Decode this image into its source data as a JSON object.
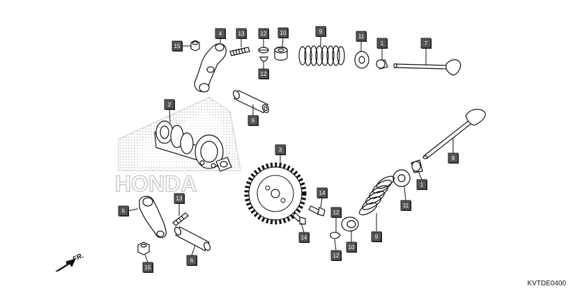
{
  "diagram_code": "KVTDE0400",
  "direction_label": "FR.",
  "watermark_text": "HONDA",
  "colors": {
    "line": "#111111",
    "callout_bg": "#555555",
    "callout_text": "#ffffff",
    "watermark": "#c8c8c8"
  },
  "callouts": {
    "c15a": "15",
    "c4": "4",
    "c13a": "13",
    "c12a": "12",
    "c12b": "12",
    "c10a": "10",
    "c9a": "9",
    "c11a": "11",
    "c1a": "1",
    "c7": "7",
    "c2": "2",
    "c6a": "6",
    "c3": "3",
    "c8": "8",
    "c1b": "1",
    "c11b": "11",
    "c14a": "14",
    "c12c": "12",
    "c12d": "12",
    "c10b": "10",
    "c9b": "9",
    "c14b": "14",
    "c5": "5",
    "c13b": "13",
    "c15b": "15",
    "c6b": "6"
  }
}
